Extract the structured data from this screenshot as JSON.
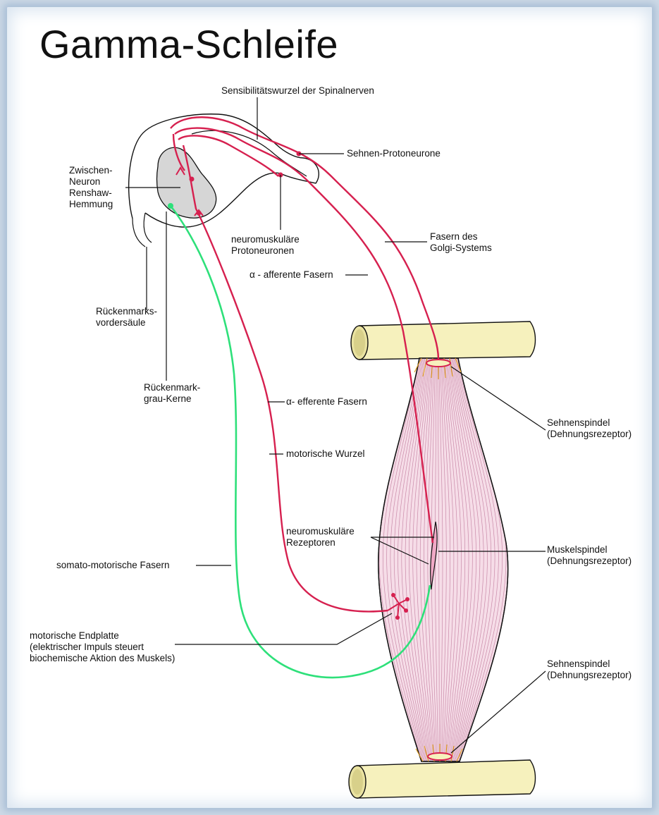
{
  "title": "Gamma-Schleife",
  "colors": {
    "afferent_fiber": "#d6204f",
    "somatomotor_fiber": "#2ee07a",
    "muscle_fill": "#f6dde8",
    "muscle_stripe": "#c98aa8",
    "tendon_bone": "#f6f1bd",
    "gray_matter": "#d6d6d6"
  },
  "labels": {
    "sensory_root": "Sensibilitätswurzel der Spinalnerven",
    "tendon_protoneurons": "Sehnen-Protoneurone",
    "interneuron": "Zwischen-\nNeuron\nRenshaw-\nHemmung",
    "neuromuscular_protoneurons": "neuromuskuläre\nProtoneuronen",
    "golgi_fibers": "Fasern des\nGolgi-Systems",
    "alpha_afferent": "α - afferente Fasern",
    "anterior_horn": "Rückenmarks-\nvordersäule",
    "gray_nuclei": "Rückenmark-\ngrau-Kerne",
    "alpha_efferent": "α- efferente Fasern",
    "tendon_spindle_top": "Sehnenspindel\n(Dehnungsrezeptor)",
    "motor_root": "motorische Wurzel",
    "neuromuscular_receptors": "neuromuskuläre\nRezeptoren",
    "muscle_spindle": "Muskelspindel\n(Dehnungsrezeptor)",
    "somatomotor_fibers": "somato-motorische Fasern",
    "motor_endplate": "motorische Endplatte\n(elektrischer Impuls steuert\nbiochemische Aktion des Muskels)",
    "tendon_spindle_bottom": "Sehnenspindel\n(Dehnungsrezeptor)"
  }
}
